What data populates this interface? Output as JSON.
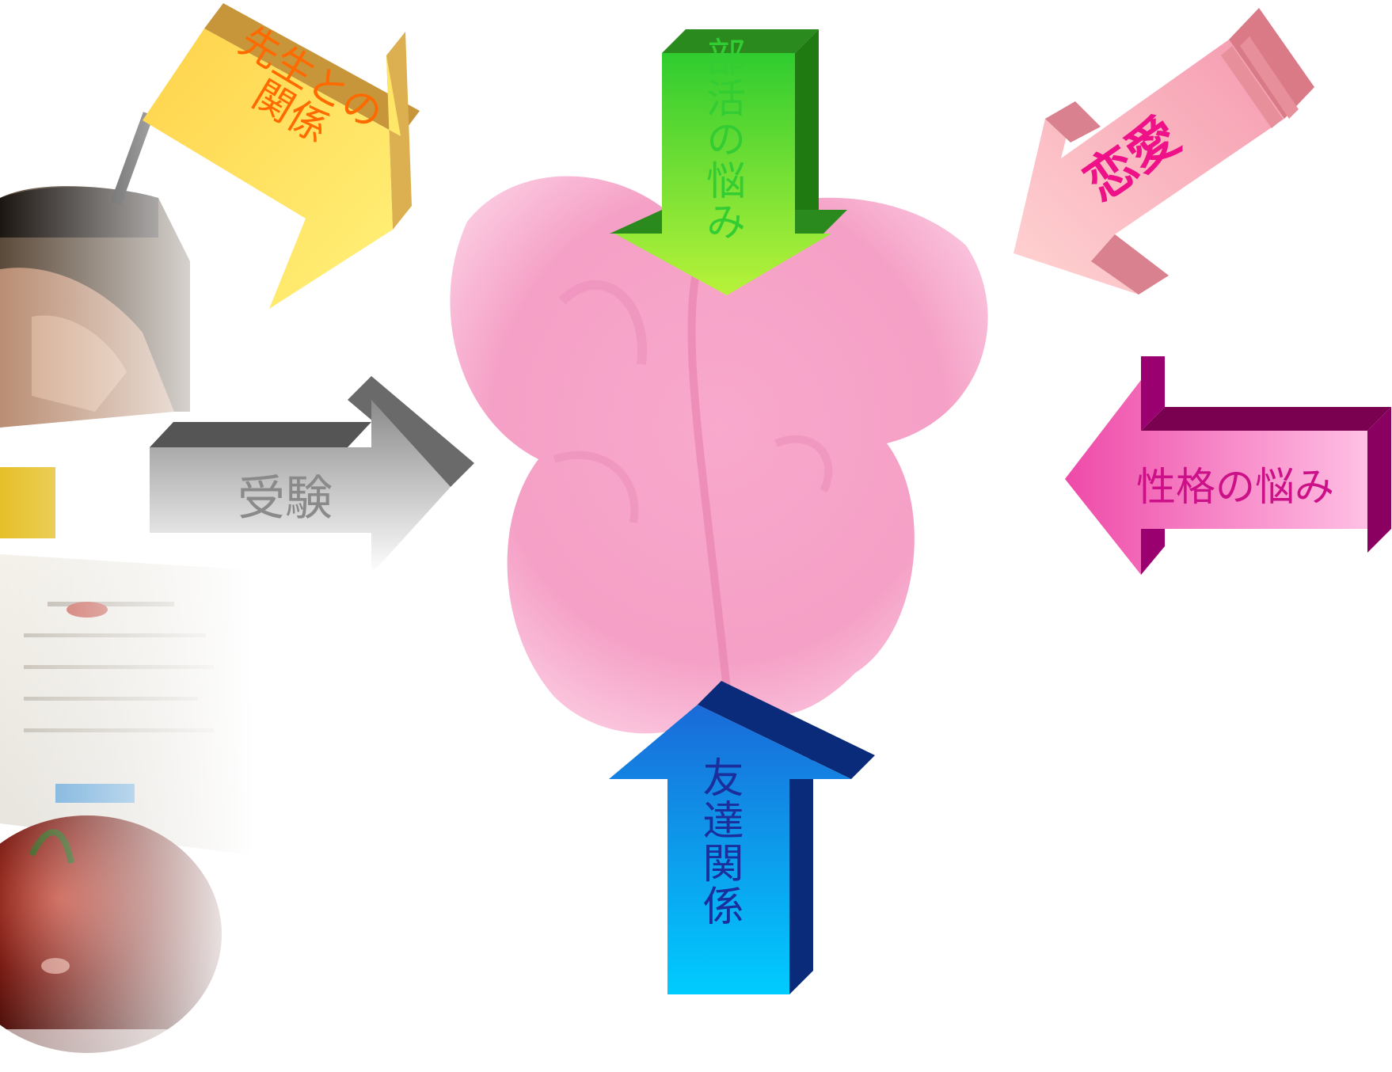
{
  "slide": {
    "arrows": [
      {
        "id": "teacher",
        "label": "先生との\n関係",
        "color": "#ff6a00"
      },
      {
        "id": "club",
        "label": "部活の悩み",
        "color": "#33cc33"
      },
      {
        "id": "love",
        "label": "恋愛",
        "color": "#ee1188"
      },
      {
        "id": "exam",
        "label": "受験",
        "color": "#8a8a8a"
      },
      {
        "id": "personality",
        "label": "性格の悩み",
        "color": "#cc1188"
      },
      {
        "id": "friends",
        "label": "友達関係",
        "color": "#1a2f9c"
      }
    ]
  }
}
